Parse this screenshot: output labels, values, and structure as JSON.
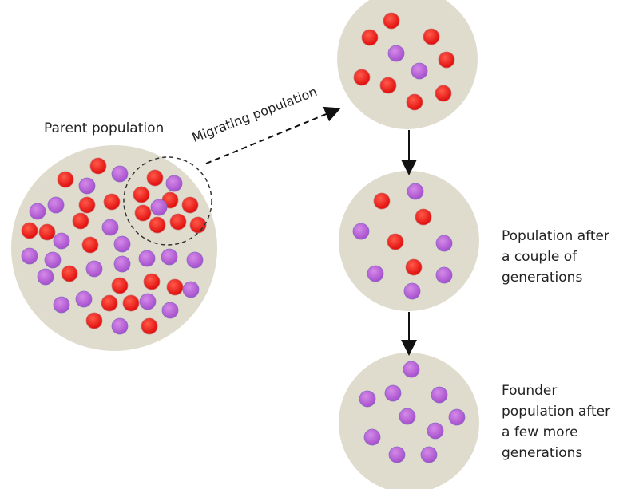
{
  "labels": {
    "parent": "Parent population",
    "migrating": "Migrating population",
    "after_couple": [
      "Population after",
      "a couple of",
      "generations"
    ],
    "founder": [
      "Founder",
      "population after",
      "a few more",
      "generations"
    ]
  },
  "colors": {
    "red": "#f01818",
    "purple": "#b45bd6",
    "circle": "#e0dccd"
  },
  "populations": {
    "parent": {
      "red": 24,
      "purple": 23
    },
    "migrating": {
      "red": 8,
      "purple": 2
    },
    "after_couple": {
      "red": 4,
      "purple": 6
    },
    "founder": {
      "red": 0,
      "purple": 10
    }
  }
}
